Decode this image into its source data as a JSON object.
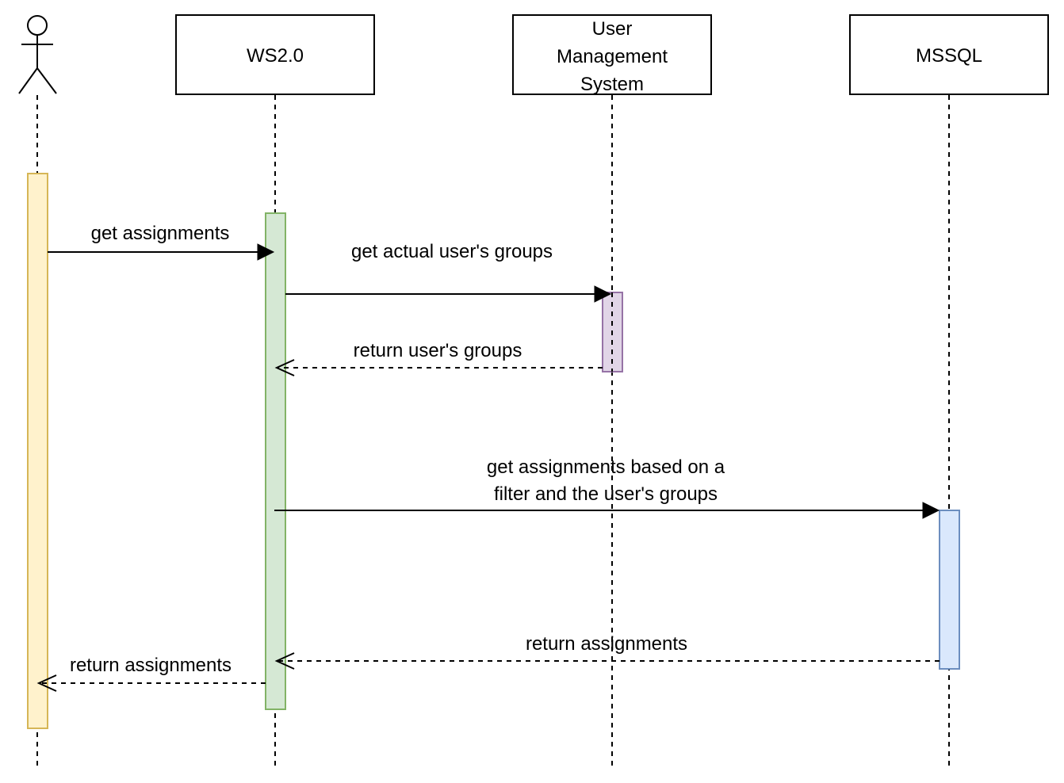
{
  "diagram": {
    "type": "sequence-diagram",
    "participants": [
      {
        "id": "user",
        "kind": "actor",
        "label": ""
      },
      {
        "id": "ws",
        "kind": "box",
        "label": "WS2.0"
      },
      {
        "id": "ums",
        "kind": "box",
        "label": "User\nManagement\nSystem"
      },
      {
        "id": "mssql",
        "kind": "box",
        "label": "MSSQL"
      }
    ],
    "activations": [
      {
        "participant": "user",
        "fill": "#fff2cc",
        "stroke": "#d6b656"
      },
      {
        "participant": "ws",
        "fill": "#d5e8d4",
        "stroke": "#82b366"
      },
      {
        "participant": "ums",
        "fill": "#e1d5e7",
        "stroke": "#9673a6"
      },
      {
        "participant": "mssql",
        "fill": "#dae8fc",
        "stroke": "#6c8ebf"
      }
    ],
    "messages": [
      {
        "from": "user",
        "to": "ws",
        "style": "solid",
        "label": "get assignments"
      },
      {
        "from": "ws",
        "to": "ums",
        "style": "solid",
        "label": "get actual user's groups"
      },
      {
        "from": "ums",
        "to": "ws",
        "style": "dashed",
        "label": "return user's groups"
      },
      {
        "from": "ws",
        "to": "mssql",
        "style": "solid",
        "label": "get assignments based on a\nfilter and the user's groups"
      },
      {
        "from": "mssql",
        "to": "ws",
        "style": "dashed",
        "label": "return assignments"
      },
      {
        "from": "ws",
        "to": "user",
        "style": "dashed",
        "label": "return assignments"
      }
    ]
  }
}
